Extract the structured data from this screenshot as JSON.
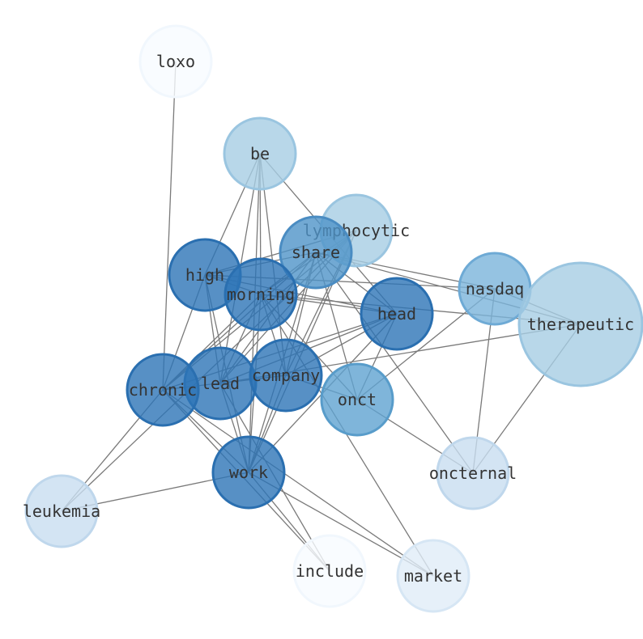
{
  "nodes": [
    {
      "id": "loxo",
      "label": "loxo",
      "fill": "#f7fbff",
      "stroke": "#f1f7fd"
    },
    {
      "id": "be",
      "label": "be",
      "fill": "#a6cde4",
      "stroke": "#9ac5e0"
    },
    {
      "id": "lymphocytic",
      "label": "lymphocytic",
      "fill": "#a6cde4",
      "stroke": "#9ac5e0"
    },
    {
      "id": "share",
      "label": "share",
      "fill": "#4f93c8",
      "stroke": "#4a8cc2"
    },
    {
      "id": "nasdaq",
      "label": "nasdaq",
      "fill": "#7ab4db",
      "stroke": "#6eaad5"
    },
    {
      "id": "high",
      "label": "high",
      "fill": "#2d74b7",
      "stroke": "#2a6fb0"
    },
    {
      "id": "morning",
      "label": "morning",
      "fill": "#2d74b7",
      "stroke": "#2a6fb0"
    },
    {
      "id": "head",
      "label": "head",
      "fill": "#2d74b7",
      "stroke": "#2a6fb0"
    },
    {
      "id": "therapeutic",
      "label": "therapeutic",
      "fill": "#a6cde4",
      "stroke": "#9ac5e0"
    },
    {
      "id": "lead",
      "label": "lead",
      "fill": "#2d74b7",
      "stroke": "#2a6fb0"
    },
    {
      "id": "company",
      "label": "company",
      "fill": "#2d74b7",
      "stroke": "#2a6fb0"
    },
    {
      "id": "chronic",
      "label": "chronic",
      "fill": "#2d74b7",
      "stroke": "#2a6fb0"
    },
    {
      "id": "onct",
      "label": "onct",
      "fill": "#5fa3d1",
      "stroke": "#589cca"
    },
    {
      "id": "work",
      "label": "work",
      "fill": "#2d74b7",
      "stroke": "#2a6fb0"
    },
    {
      "id": "oncternal",
      "label": "oncternal",
      "fill": "#c8ddf0",
      "stroke": "#bfd7ec"
    },
    {
      "id": "leukemia",
      "label": "leukemia",
      "fill": "#c8ddf0",
      "stroke": "#bfd7ec"
    },
    {
      "id": "include",
      "label": "include",
      "fill": "#f7fbff",
      "stroke": "#f1f7fd"
    },
    {
      "id": "market",
      "label": "market",
      "fill": "#e0ecf8",
      "stroke": "#d6e6f4"
    }
  ],
  "edges": [
    [
      "loxo",
      "chronic"
    ],
    [
      "be",
      "high"
    ],
    [
      "be",
      "morning"
    ],
    [
      "be",
      "lead"
    ],
    [
      "be",
      "company"
    ],
    [
      "be",
      "work"
    ],
    [
      "be",
      "head"
    ],
    [
      "lymphocytic",
      "high"
    ],
    [
      "lymphocytic",
      "morning"
    ],
    [
      "lymphocytic",
      "lead"
    ],
    [
      "lymphocytic",
      "company"
    ],
    [
      "lymphocytic",
      "chronic"
    ],
    [
      "lymphocytic",
      "work"
    ],
    [
      "lymphocytic",
      "leukemia"
    ],
    [
      "share",
      "high"
    ],
    [
      "share",
      "morning"
    ],
    [
      "share",
      "head"
    ],
    [
      "share",
      "lead"
    ],
    [
      "share",
      "company"
    ],
    [
      "share",
      "chronic"
    ],
    [
      "share",
      "onct"
    ],
    [
      "share",
      "work"
    ],
    [
      "share",
      "nasdaq"
    ],
    [
      "share",
      "therapeutic"
    ],
    [
      "share",
      "oncternal"
    ],
    [
      "high",
      "morning"
    ],
    [
      "high",
      "head"
    ],
    [
      "high",
      "nasdaq"
    ],
    [
      "high",
      "lead"
    ],
    [
      "high",
      "work"
    ],
    [
      "high",
      "chronic"
    ],
    [
      "morning",
      "head"
    ],
    [
      "morning",
      "therapeutic"
    ],
    [
      "morning",
      "lead"
    ],
    [
      "morning",
      "company"
    ],
    [
      "morning",
      "chronic"
    ],
    [
      "morning",
      "work"
    ],
    [
      "morning",
      "onct"
    ],
    [
      "morning",
      "market"
    ],
    [
      "head",
      "lead"
    ],
    [
      "head",
      "company"
    ],
    [
      "head",
      "chronic"
    ],
    [
      "head",
      "onct"
    ],
    [
      "head",
      "work"
    ],
    [
      "nasdaq",
      "onct"
    ],
    [
      "nasdaq",
      "oncternal"
    ],
    [
      "nasdaq",
      "therapeutic"
    ],
    [
      "therapeutic",
      "oncternal"
    ],
    [
      "therapeutic",
      "lead"
    ],
    [
      "lead",
      "company"
    ],
    [
      "lead",
      "work"
    ],
    [
      "lead",
      "include"
    ],
    [
      "company",
      "chronic"
    ],
    [
      "company",
      "work"
    ],
    [
      "company",
      "onct"
    ],
    [
      "chronic",
      "leukemia"
    ],
    [
      "chronic",
      "include"
    ],
    [
      "chronic",
      "market"
    ],
    [
      "chronic",
      "work"
    ],
    [
      "onct",
      "oncternal"
    ],
    [
      "work",
      "leukemia"
    ],
    [
      "work",
      "include"
    ],
    [
      "work",
      "market"
    ]
  ]
}
